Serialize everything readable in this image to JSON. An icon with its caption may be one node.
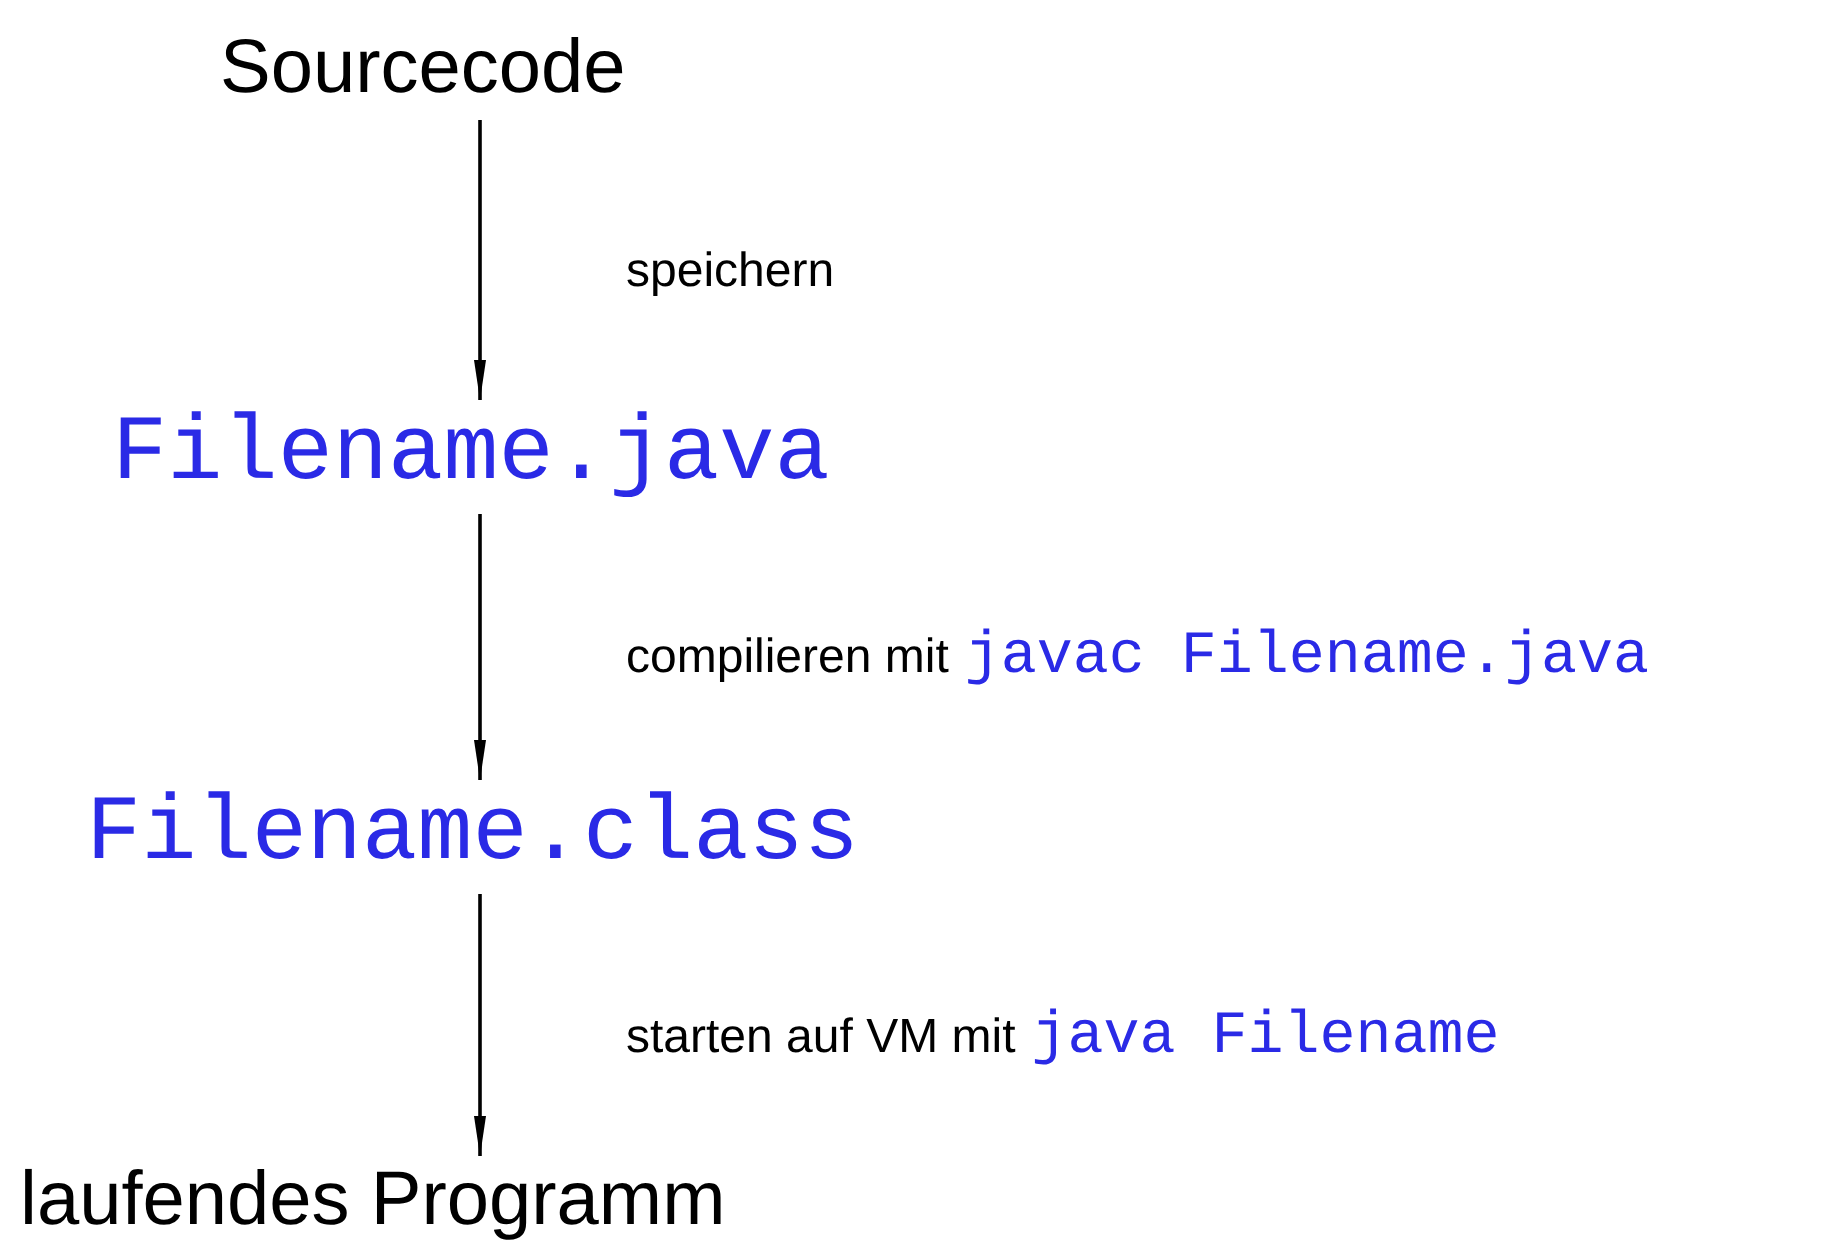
{
  "diagram": {
    "nodes": [
      {
        "text": [
          "Sourcecode"
        ]
      },
      {
        "text": [
          "Filename.java"
        ]
      },
      {
        "text": [
          "Filename.class"
        ]
      },
      {
        "text": [
          "laufendes Programm"
        ]
      }
    ],
    "edges": [
      {
        "from": 0,
        "to": 1,
        "arrow": "to",
        "label": "speichern"
      },
      {
        "from": 1,
        "to": 2,
        "arrow": "to",
        "label": "compilieren mit"
      },
      {
        "from": 2,
        "to": 3,
        "arrow": "to",
        "label": "starten auf VM mit"
      }
    ],
    "labels": [
      "javac Filename.java",
      "java Filename"
    ]
  }
}
